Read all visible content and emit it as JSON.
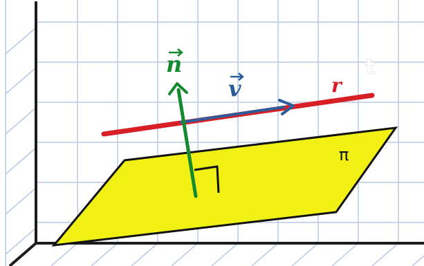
{
  "labels": {
    "normal_vector": "n",
    "direction_vector": "v",
    "line": "r",
    "plane": "π",
    "corner_mark": "t"
  },
  "colors": {
    "grid": "#b9c9e6",
    "background": "#ffffff",
    "axes": "#1c1c1c",
    "plane_fill": "#f0f014",
    "plane_edge": "#111111",
    "line_r": "#d81f26",
    "vector_v": "#2b5c9c",
    "vector_n": "#138a2e",
    "right_angle_mark": "#111111"
  }
}
